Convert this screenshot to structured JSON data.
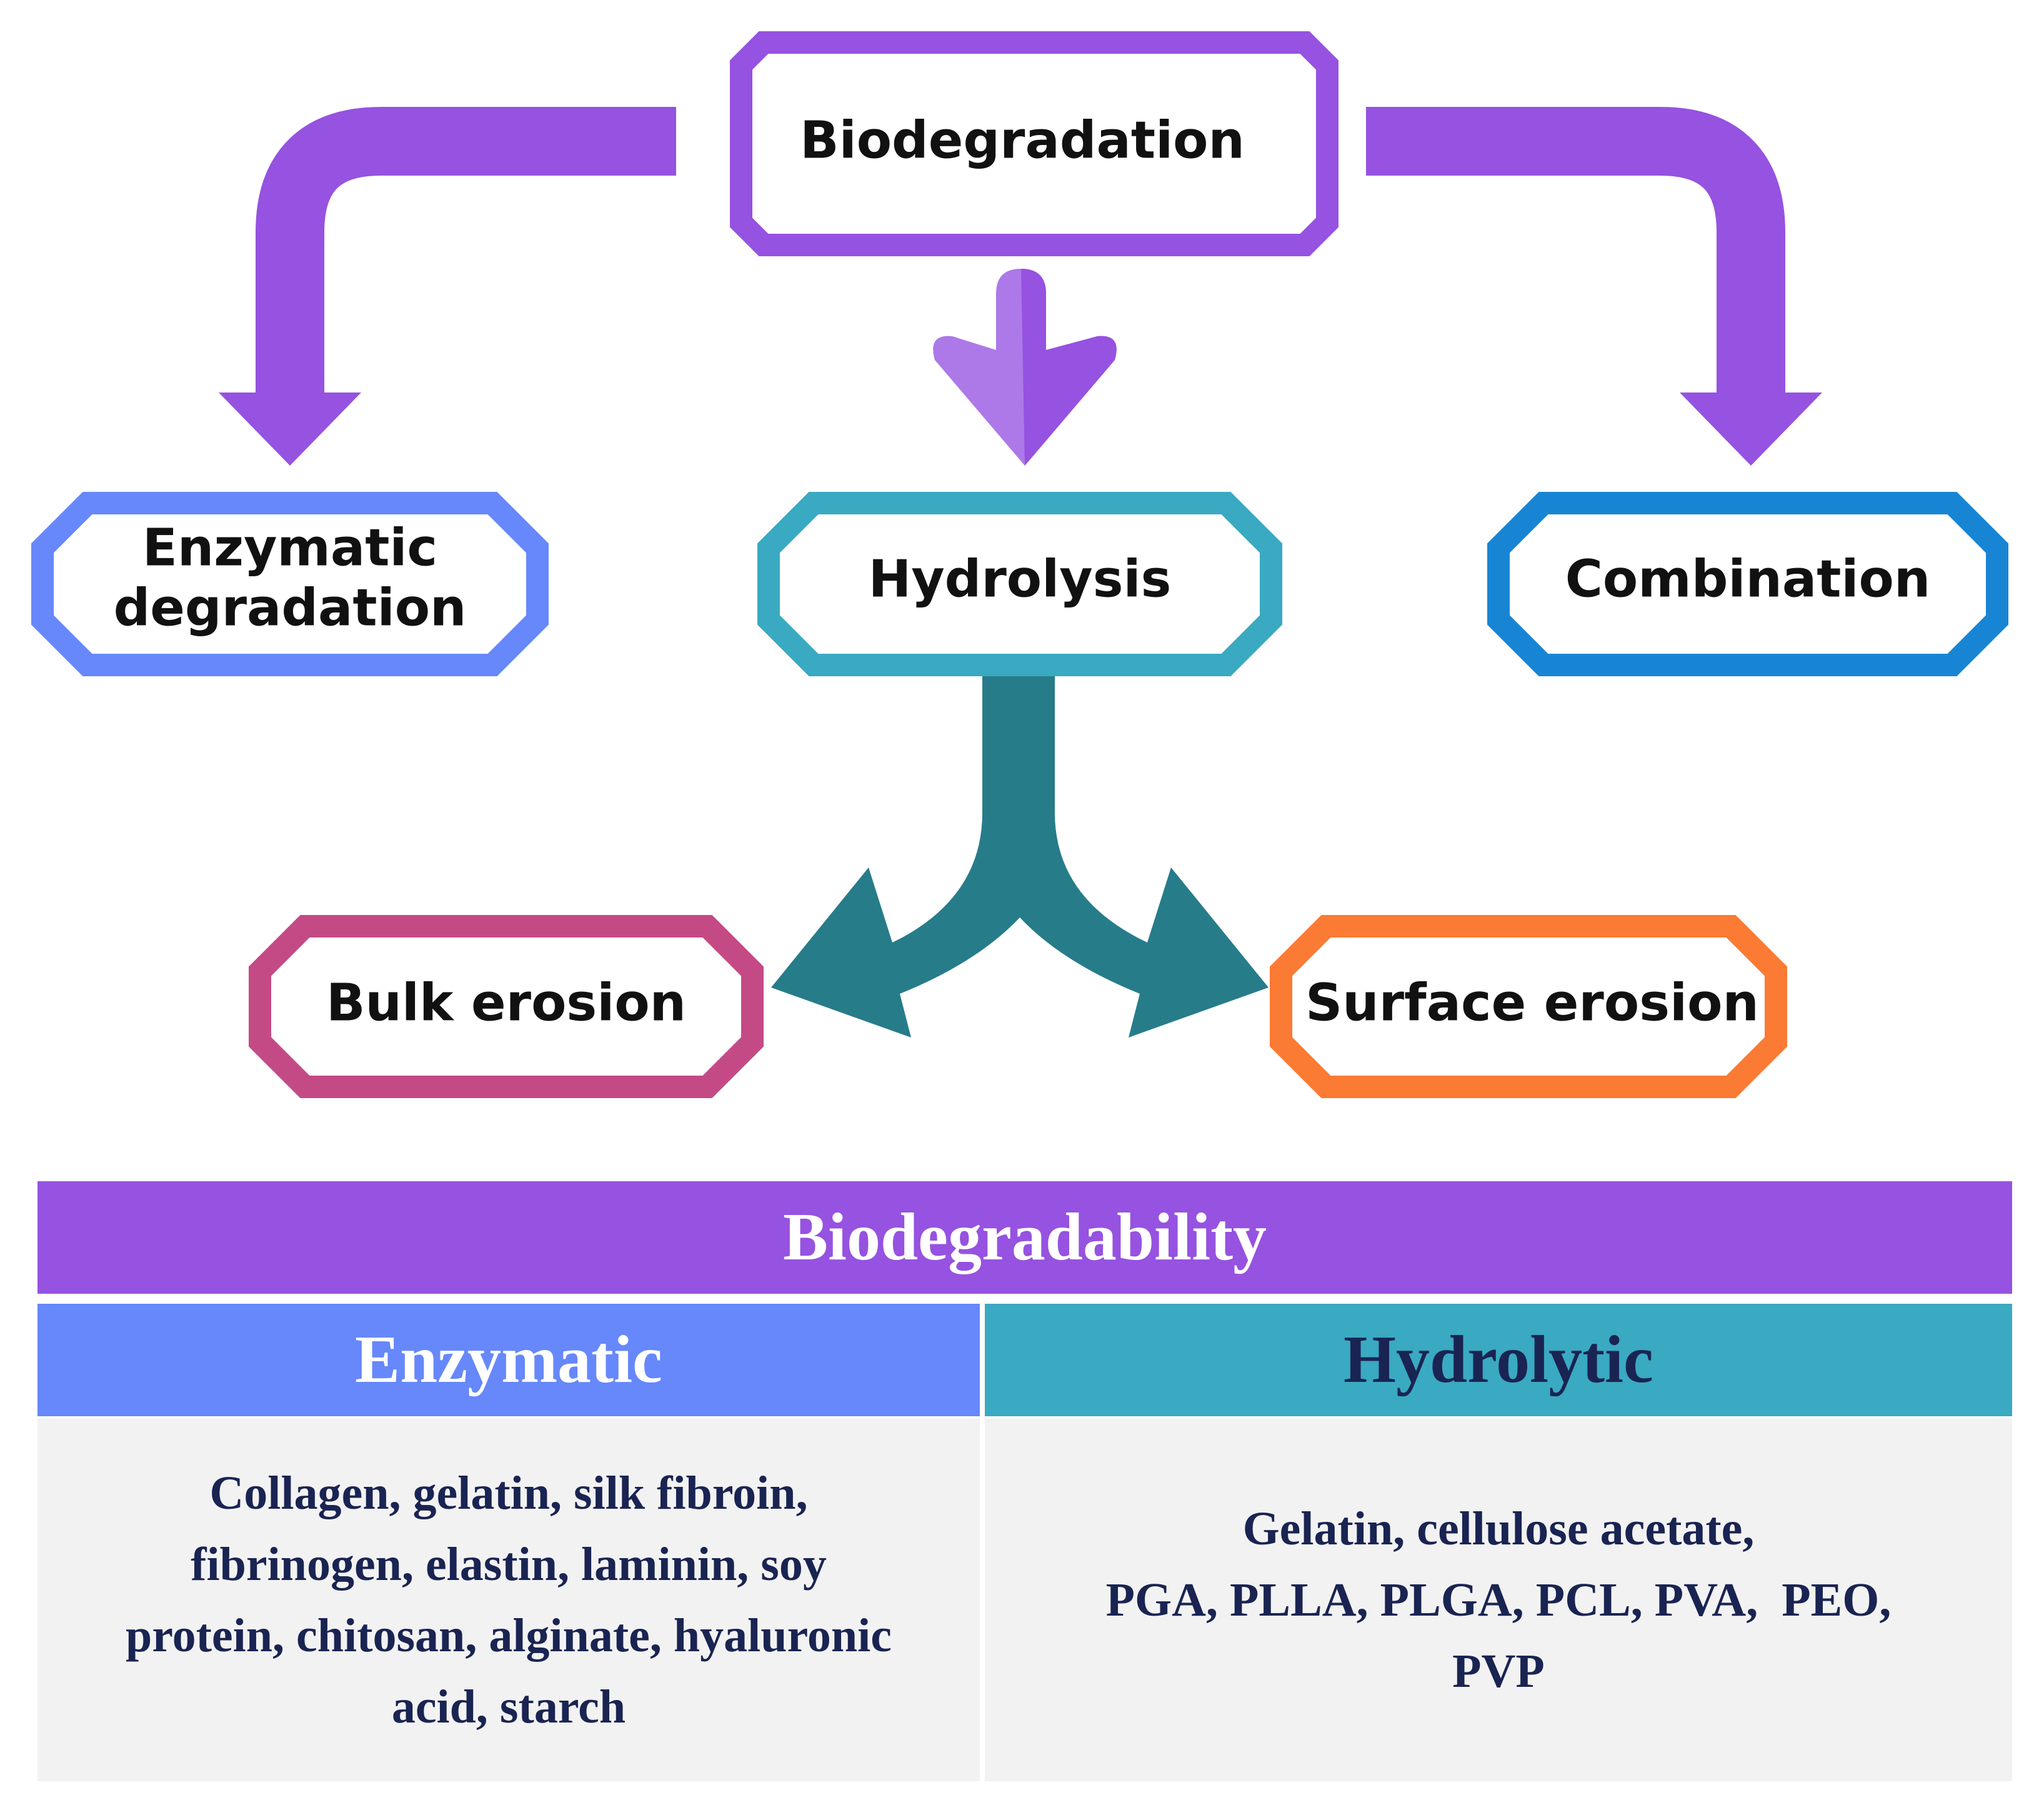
{
  "colors": {
    "purple": "#9652e0",
    "light_purple": "#ad78e8",
    "blue": "#6688fb",
    "teal": "#3aa9c2",
    "dark_teal": "#277c8a",
    "combination_blue": "#1885d4",
    "magenta": "#c44a86",
    "orange": "#fb7a34",
    "cell_gray": "#f2f2f2",
    "navy": "#1a2452"
  },
  "diagram": {
    "root": "Biodegradation",
    "branches": {
      "enzymatic": [
        "Enzymatic",
        "degradation"
      ],
      "hydrolysis": "Hydrolysis",
      "combination": "Combination"
    },
    "hydrolysis_children": {
      "bulk": "Bulk erosion",
      "surface": "Surface erosion"
    }
  },
  "table": {
    "title": "Biodegradability",
    "columns": [
      {
        "header": "Enzymatic",
        "lines": [
          "Collagen, gelatin, silk fibroin,",
          "fibrinogen, elastin, laminin, soy",
          "protein, chitosan, alginate, hyaluronic",
          "acid, starch"
        ]
      },
      {
        "header": "Hydrolytic",
        "lines": [
          "Gelatin, cellulose acetate,",
          "PGA, PLLA, PLGA, PCL, PVA,  PEO,",
          "PVP"
        ]
      }
    ]
  }
}
